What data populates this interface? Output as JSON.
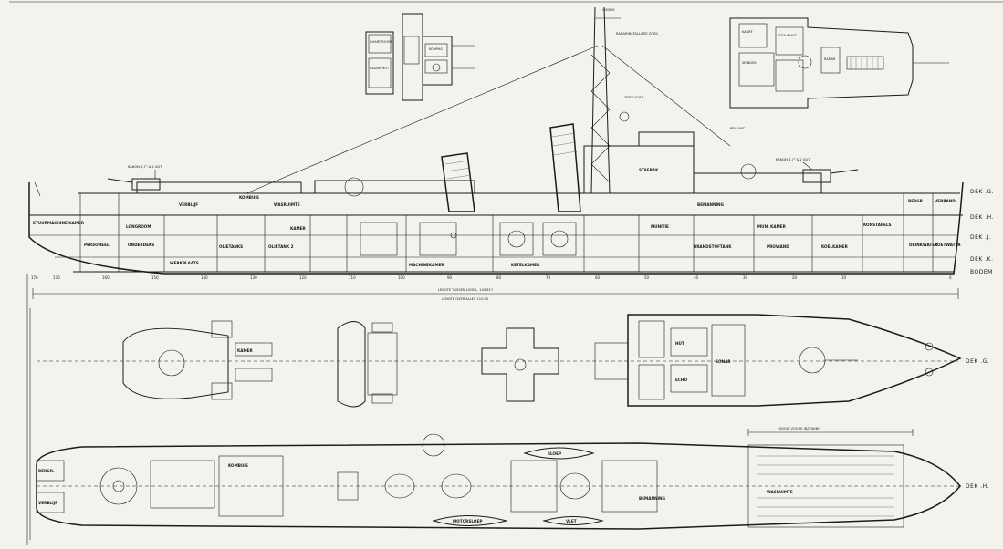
{
  "drawing": {
    "deck_labels": [
      "DEK .G.",
      "DEK .H.",
      "DEK .J.",
      "DEK .K.",
      "BODEM"
    ],
    "plan_deck_labels": {
      "upper_plan": "DEK .G.",
      "lower_plan": "DEK .H."
    },
    "lengths": {
      "between_perpendiculars": "LENGTE TUSSEN LOODL. 103.617",
      "waterline": "LENGTE OVER ALLES 110.00"
    },
    "mast_labels": {
      "top": "CODEM",
      "radar": "RADARINSTALLATIE ZOEK.",
      "searchlight": "ZOEKLICHT",
      "peil": "PEIL ANT.",
      "gun_aft": "KANON 4,7\" & 2 AUT.",
      "gun_fwd": "KANON 4,7\" & 2 AUT."
    },
    "room_labels": [
      "STUURMACHINE KAMER",
      "LONGROOM",
      "PERSONEEL",
      "VERBLIJF",
      "KOMBUIS",
      "WASRUIMTE",
      "ONDERDEKS",
      "WERKPLAATS",
      "MACHINEKAMER",
      "KETELKAMER",
      "OLIETANKS",
      "OLIETANK 2",
      "BRANDSTOFTANK",
      "MUNITIE",
      "KAMER",
      "BERGR.",
      "VERBAND",
      "KONSTAPELS",
      "DRINKWATER",
      "ZOETWATER",
      "KOELKAMER",
      "PROVIAND",
      "MUN. KAMER",
      "STAFBAK",
      "BEMANNING",
      "SLOEP",
      "VLET",
      "MOTORSLOEP",
      "HOOGE VOORE INZEWING",
      "ECHO",
      "SONAR",
      "HUT"
    ],
    "frame_numbers": [
      "176",
      "170",
      "160",
      "150",
      "140",
      "130",
      "120",
      "110",
      "100",
      "90",
      "80",
      "70",
      "60",
      "50",
      "40",
      "30",
      "20",
      "10",
      "0"
    ],
    "inset_labels": {
      "bridge_detail": [
        "CHART ROOM",
        "KOMPAS",
        "RADAR HUT"
      ],
      "top_right": [
        "STUURHUT",
        "KAART",
        "SEINDEK",
        "RADAR"
      ]
    }
  }
}
